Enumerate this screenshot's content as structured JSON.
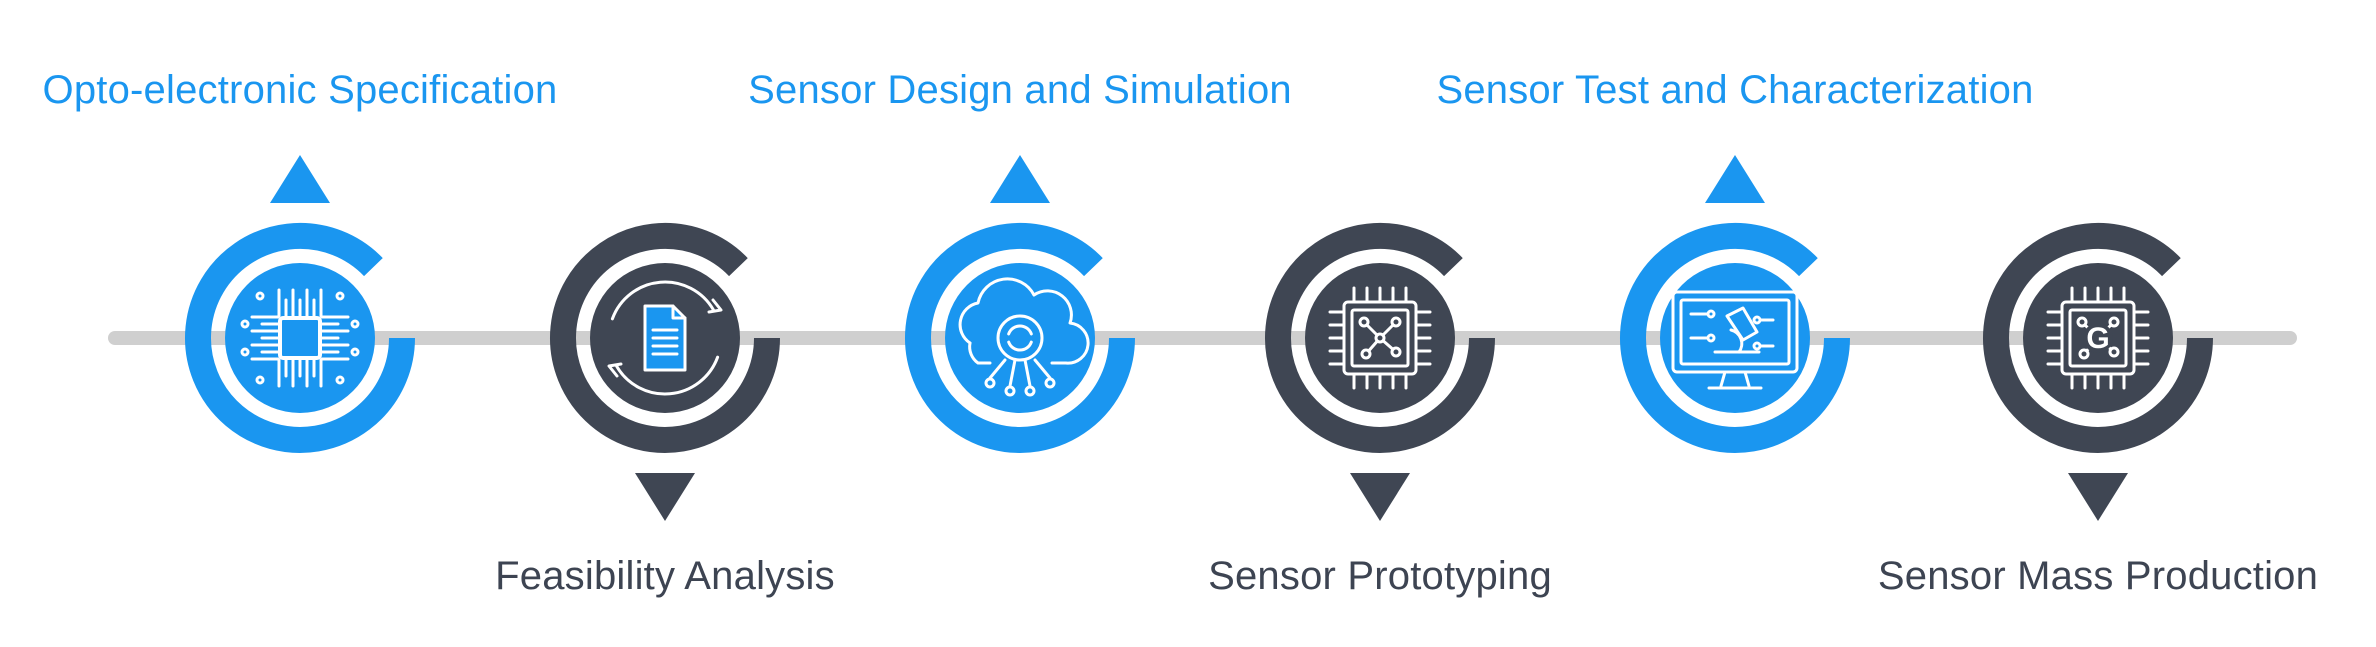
{
  "colors": {
    "blue": "#1a96f0",
    "dark": "#3f4653",
    "line": "#cfcfcf",
    "label_dark": "#3d4452",
    "icon_stroke": "#ffffff"
  },
  "timeline": {
    "steps": [
      {
        "label": "Opto-electronic Specification",
        "position": "top",
        "color": "blue",
        "icon": "chip-circuit-icon"
      },
      {
        "label": "Feasibility Analysis",
        "position": "bottom",
        "color": "dark",
        "icon": "document-refresh-icon"
      },
      {
        "label": "Sensor Design and Simulation",
        "position": "top",
        "color": "blue",
        "icon": "cloud-sync-icon"
      },
      {
        "label": "Sensor Prototyping",
        "position": "bottom",
        "color": "dark",
        "icon": "processor-icon"
      },
      {
        "label": "Sensor Test and Characterization",
        "position": "top",
        "color": "blue",
        "icon": "monitor-microscope-icon"
      },
      {
        "label": "Sensor Mass Production",
        "position": "bottom",
        "color": "dark",
        "icon": "processor-g-icon"
      }
    ]
  }
}
